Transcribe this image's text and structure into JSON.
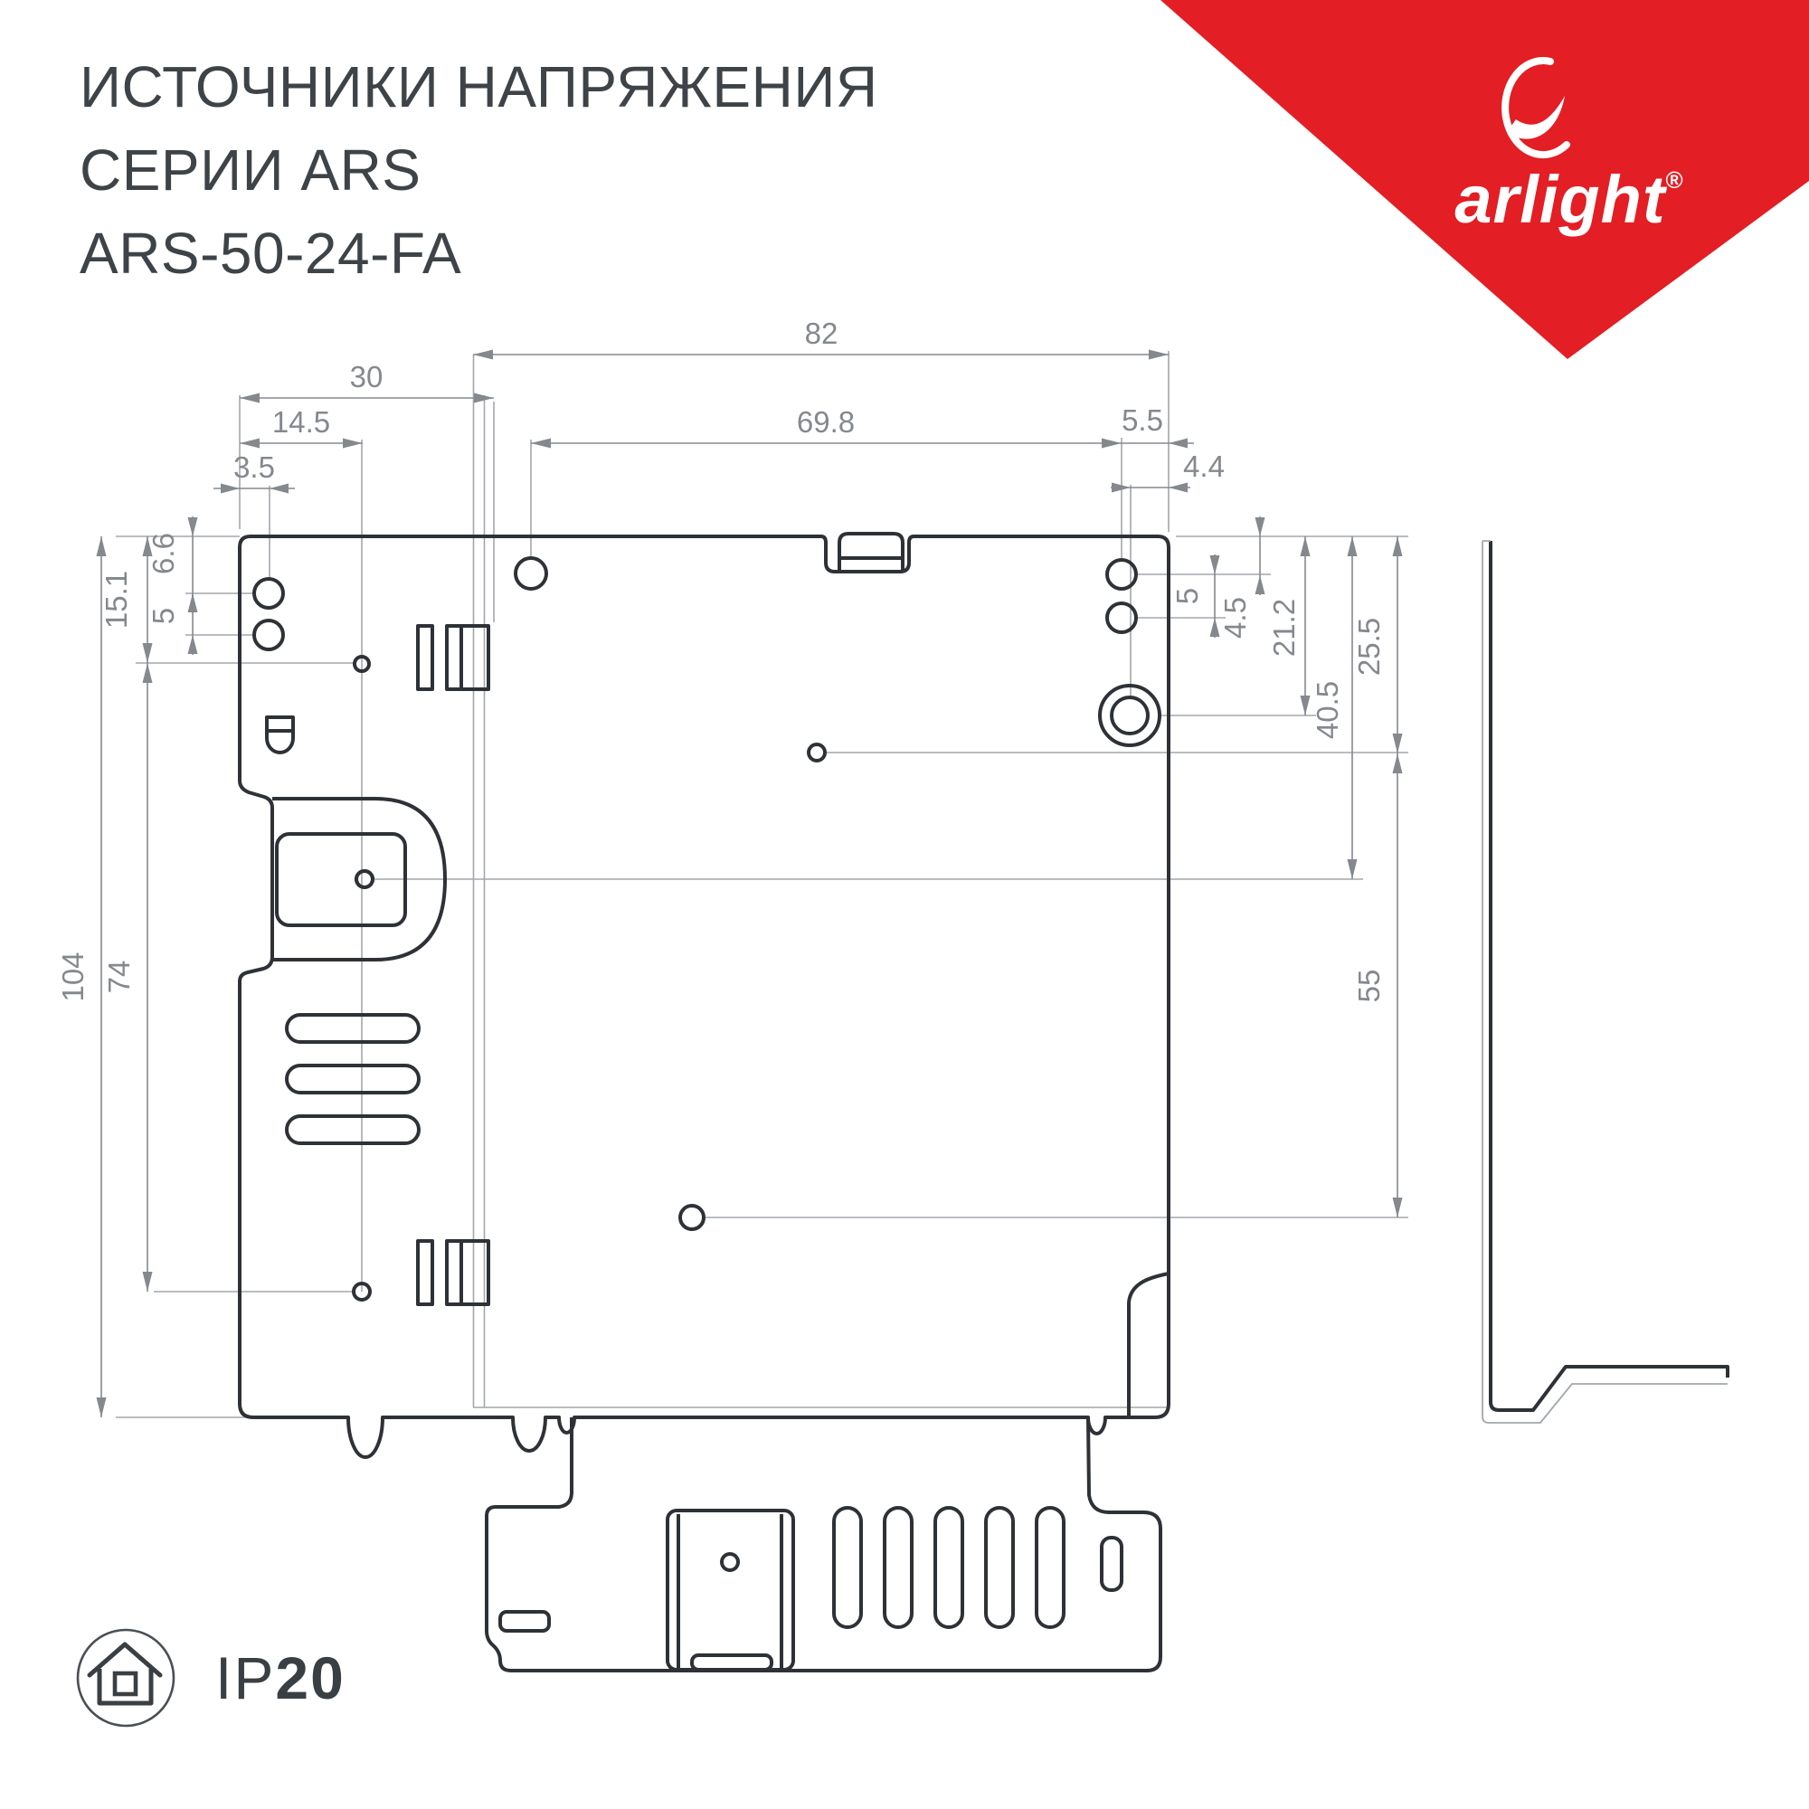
{
  "title": {
    "line1": "ИСТОЧНИКИ НАПРЯЖЕНИЯ",
    "line2": "СЕРИИ ARS",
    "line3": "ARS-50-24-FA"
  },
  "brand": {
    "name": "arlight",
    "registered": "®",
    "accent_color": "#e31e24"
  },
  "badge": {
    "ip_label": "IP",
    "ip_value": "20"
  },
  "dims": {
    "d82": "82",
    "d30": "30",
    "d14_5": "14.5",
    "d3_5": "3.5",
    "d69_8": "69.8",
    "d5_5": "5.5",
    "d4_4": "4.4",
    "d15_1": "15.1",
    "d6_6": "6.6",
    "d5_left": "5",
    "d104": "104",
    "d74": "74",
    "d5_right": "5",
    "d4_5": "4.5",
    "d21_2": "21.2",
    "d25_5": "25.5",
    "d40_5": "40.5",
    "d55": "55"
  },
  "colors": {
    "outline": "#2e3237",
    "thin_line": "#a3a7ab",
    "dim_line": "#85898e",
    "text_dark": "#3e4348",
    "brand_red": "#e31e24"
  }
}
